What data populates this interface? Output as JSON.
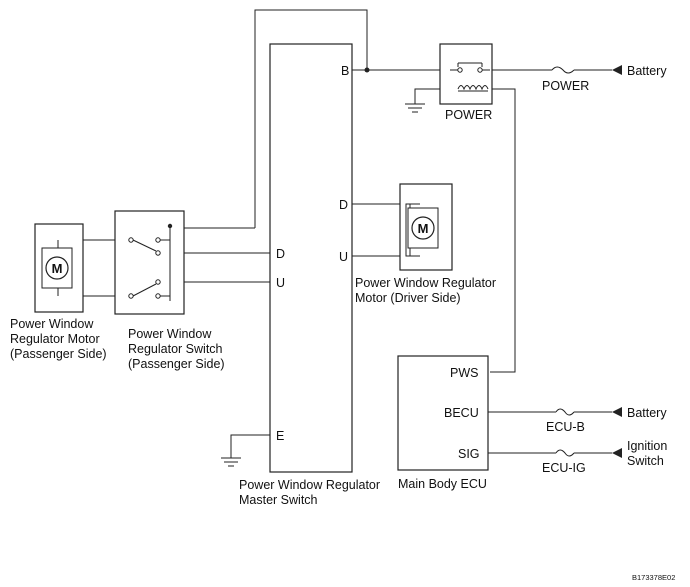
{
  "components": {
    "master_switch": {
      "label_line1": "Power Window Regulator",
      "label_line2": "Master Switch",
      "pins": {
        "B": "B",
        "D_left": "D",
        "U_left": "U",
        "D_right": "D",
        "U_right": "U",
        "E": "E"
      }
    },
    "power_relay": {
      "label": "POWER"
    },
    "power_fuse": {
      "label": "POWER"
    },
    "battery_top": {
      "label": "Battery"
    },
    "driver_motor": {
      "symbol": "M",
      "label_line1": "Power Window Regulator",
      "label_line2": "Motor (Driver Side)"
    },
    "passenger_motor": {
      "symbol": "M",
      "label_line1": "Power Window",
      "label_line2": "Regulator Motor",
      "label_line3": "(Passenger Side)"
    },
    "passenger_switch": {
      "label_line1": "Power Window",
      "label_line2": "Regulator Switch",
      "label_line3": "(Passenger Side)"
    },
    "main_body_ecu": {
      "label": "Main Body ECU",
      "pins": {
        "pws": "PWS",
        "becu": "BECU",
        "sig": "SIG"
      }
    },
    "ecu_b_fuse": {
      "label": "ECU-B"
    },
    "battery_ecu": {
      "label": "Battery"
    },
    "ecu_ig_fuse": {
      "label": "ECU-IG"
    },
    "ignition_switch": {
      "label_line1": "Ignition",
      "label_line2": "Switch"
    }
  },
  "figure_code": "B173378E02"
}
